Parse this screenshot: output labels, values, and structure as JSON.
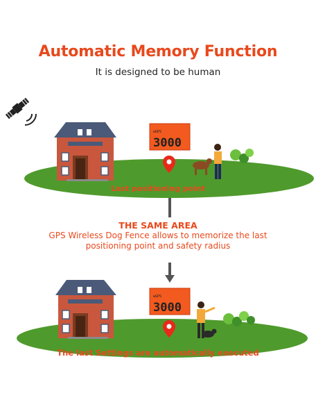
{
  "title": "Automatic Memory Function",
  "subtitle": "It is designed to be human",
  "scene1": {
    "caption": "Last positioning point",
    "display_value": "3000"
  },
  "middle": {
    "heading": "THE SAME AREA",
    "description": "GPS Wireless Dog Fence allows to memorize the last positioning point and safety radius"
  },
  "scene2": {
    "caption": "The last Settings are automatically executed",
    "display_value": "3000"
  },
  "colors": {
    "accent": "#e8491d",
    "grass": "#4f9a2c",
    "brick": "#c9573d",
    "roof": "#4b5a78",
    "arrow": "#555555"
  }
}
